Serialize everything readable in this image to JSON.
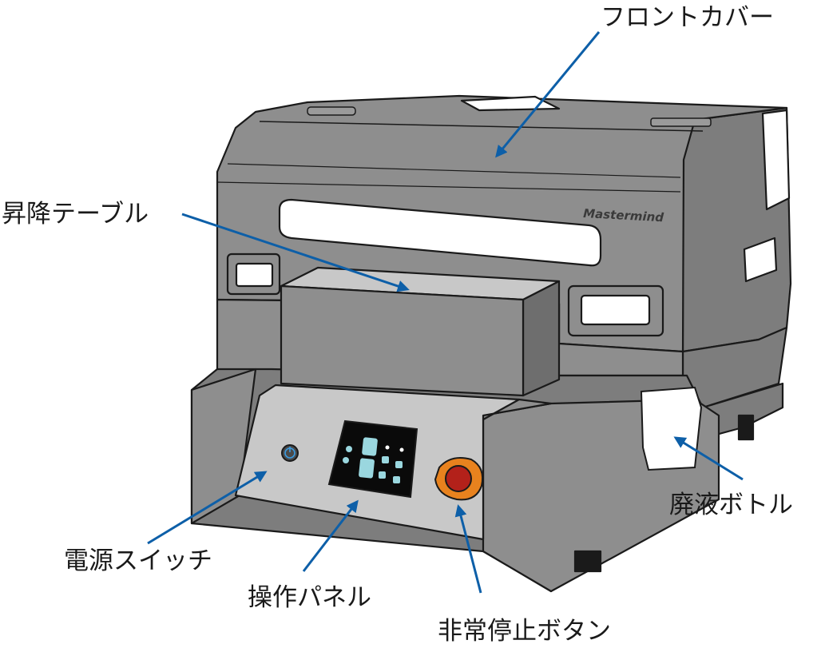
{
  "brand": "Mastermind",
  "labels": {
    "front_cover": "フロントカバー",
    "lift_table": "昇降テーブル",
    "waste_bottle": "廃液ボトル",
    "power_switch": "電源スイッチ",
    "operation_panel": "操作パネル",
    "emergency_stop": "非常停止ボタン"
  },
  "colors": {
    "body": "#8e8e8e",
    "body_dark": "#7d7d7d",
    "panel": "#c8c8c8",
    "outline": "#1a1a1a",
    "arrow": "#0d5fa8",
    "estop_red": "#b3211a",
    "estop_ring": "#e8821e",
    "screen": "#0a0a0a",
    "screen_key": "#9ad7df"
  }
}
